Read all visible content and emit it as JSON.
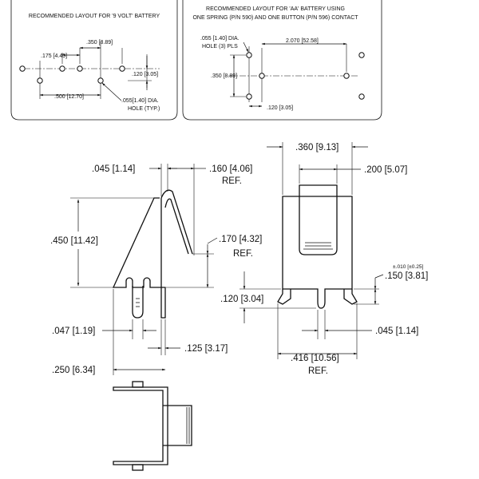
{
  "panels": {
    "nine_volt": {
      "title": "RECOMMENDED LAYOUT FOR '9 VOLT' BATTERY",
      "dims": {
        "d350": ".350 [8.89]",
        "d175": ".175 [4.45]",
        "d120": ".120 [3.05]",
        "d500": ".500 [12.70]",
        "hole_a": ".055[1.40] DIA.",
        "hole_b": "HOLE (TYP.)"
      }
    },
    "aa": {
      "title_line1": "RECOMMENDED LAYOUT FOR 'AA' BATTERY USING",
      "title_line2": "ONE SPRING (P/N 590) AND ONE BUTTON (P/N 596) CONTACT",
      "dims": {
        "hole_a": ".055 [1.40] DIA.",
        "hole_b": "HOLE    (3) PLS",
        "d2070": "2.070 [52.58]",
        "d350": ".350 [8.89]",
        "d120": ".120 [3.05]"
      }
    }
  },
  "side_view": {
    "d045": ".045 [1.14]",
    "d160": ".160 [4.06]",
    "d160_ref": "REF.",
    "d450": ".450 [11.42]",
    "d170": ".170 [4.32]",
    "d170_ref": "REF.",
    "d047": ".047 [1.19]",
    "d125": ".125 [3.17]",
    "d250": ".250 [6.34]"
  },
  "front_view": {
    "d360": ".360 [9.13]",
    "d200": ".200 [5.07]",
    "tol": "±.010 [±0.25]",
    "d150": ".150 [3.81]",
    "d120": ".120 [3.04]",
    "d045": ".045 [1.14]",
    "d416": ".416 [10.56]",
    "d416_ref": "REF."
  }
}
